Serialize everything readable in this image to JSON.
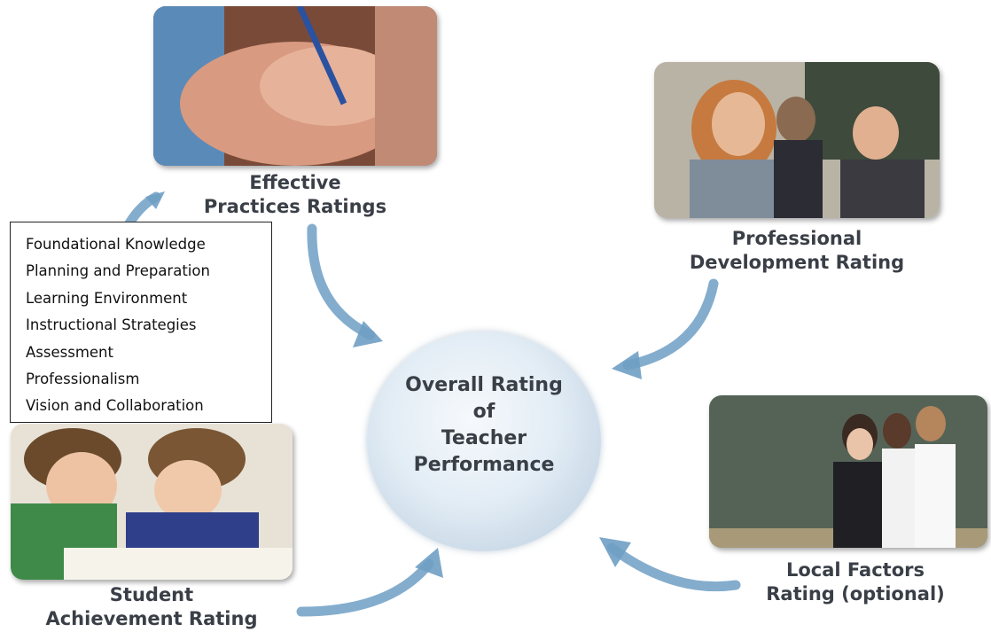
{
  "center": {
    "text": "Overall Rating\nof\nTeacher\nPerformance"
  },
  "components": {
    "effective_practices": "Effective\nPractices Ratings",
    "professional_development": "Professional\nDevelopment Rating",
    "student_achievement": "Student\nAchievement Rating",
    "local_factors": "Local Factors\nRating (optional)"
  },
  "effective_practices_domains": [
    "Foundational Knowledge",
    "Planning and Preparation",
    "Learning Environment",
    "Instructional Strategies",
    "Assessment",
    "Professionalism",
    "Vision and Collaboration"
  ],
  "colors": {
    "arrow": "#6f9fc4",
    "text": "#3a3f47"
  }
}
